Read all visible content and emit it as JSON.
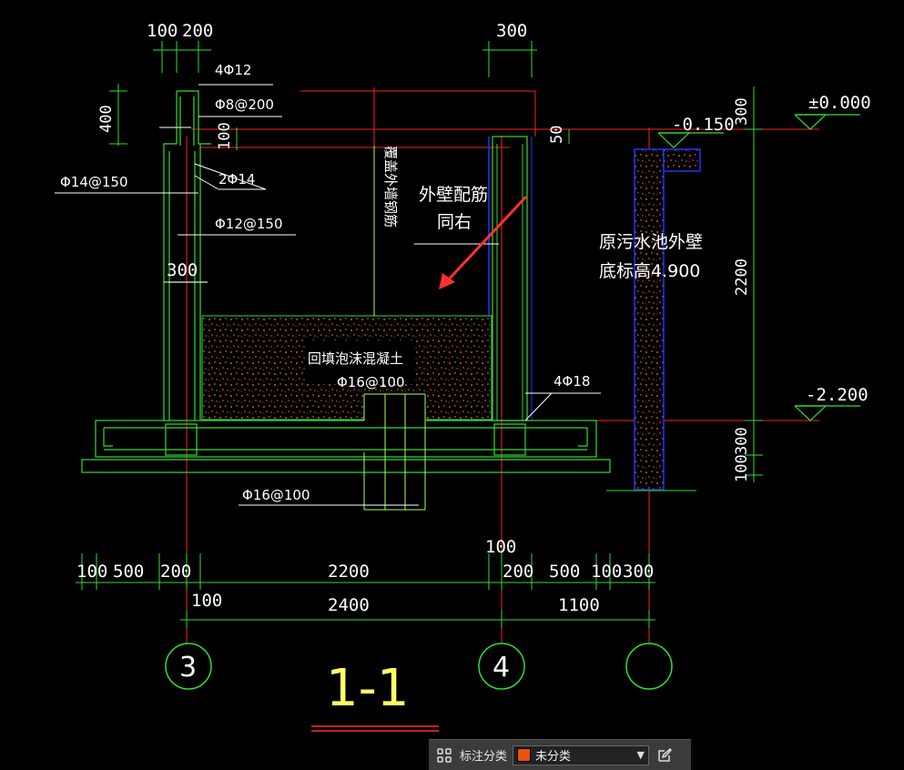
{
  "drawing": {
    "top_dims": [
      "100",
      "200",
      "300"
    ],
    "left_dims": [
      "400",
      "100"
    ],
    "right_dims": [
      "300",
      "2200",
      "100",
      "300"
    ],
    "small_dims": [
      "50",
      "300"
    ],
    "rebar_labels": [
      "4Φ12",
      "Φ8@200",
      "2Φ14",
      "Φ14@150",
      "Φ12@150",
      "Φ16@100",
      "4Φ18",
      "Φ16@100"
    ],
    "vertical_note": "覆盖外墙钢筋",
    "note_outer_wall": [
      "外壁配筋",
      "同右"
    ],
    "note_pool": [
      "原污水池外壁",
      "底标高4.900"
    ],
    "fill_note": "回填泡沫混凝土",
    "elevations": [
      "±0.000",
      "-0.150",
      "-2.200"
    ],
    "bottom_dims_row1": [
      "100",
      "500",
      "200",
      "2200",
      "100",
      "200",
      "500",
      "100",
      "300"
    ],
    "bottom_dims_row2": [
      "100",
      "2400",
      "1100"
    ],
    "axis_labels": [
      "3",
      "4",
      ""
    ],
    "section_title": "1-1"
  },
  "toolbar": {
    "label": "标注分类",
    "selected": "未分类",
    "swatch_color": "#e8520e"
  }
}
